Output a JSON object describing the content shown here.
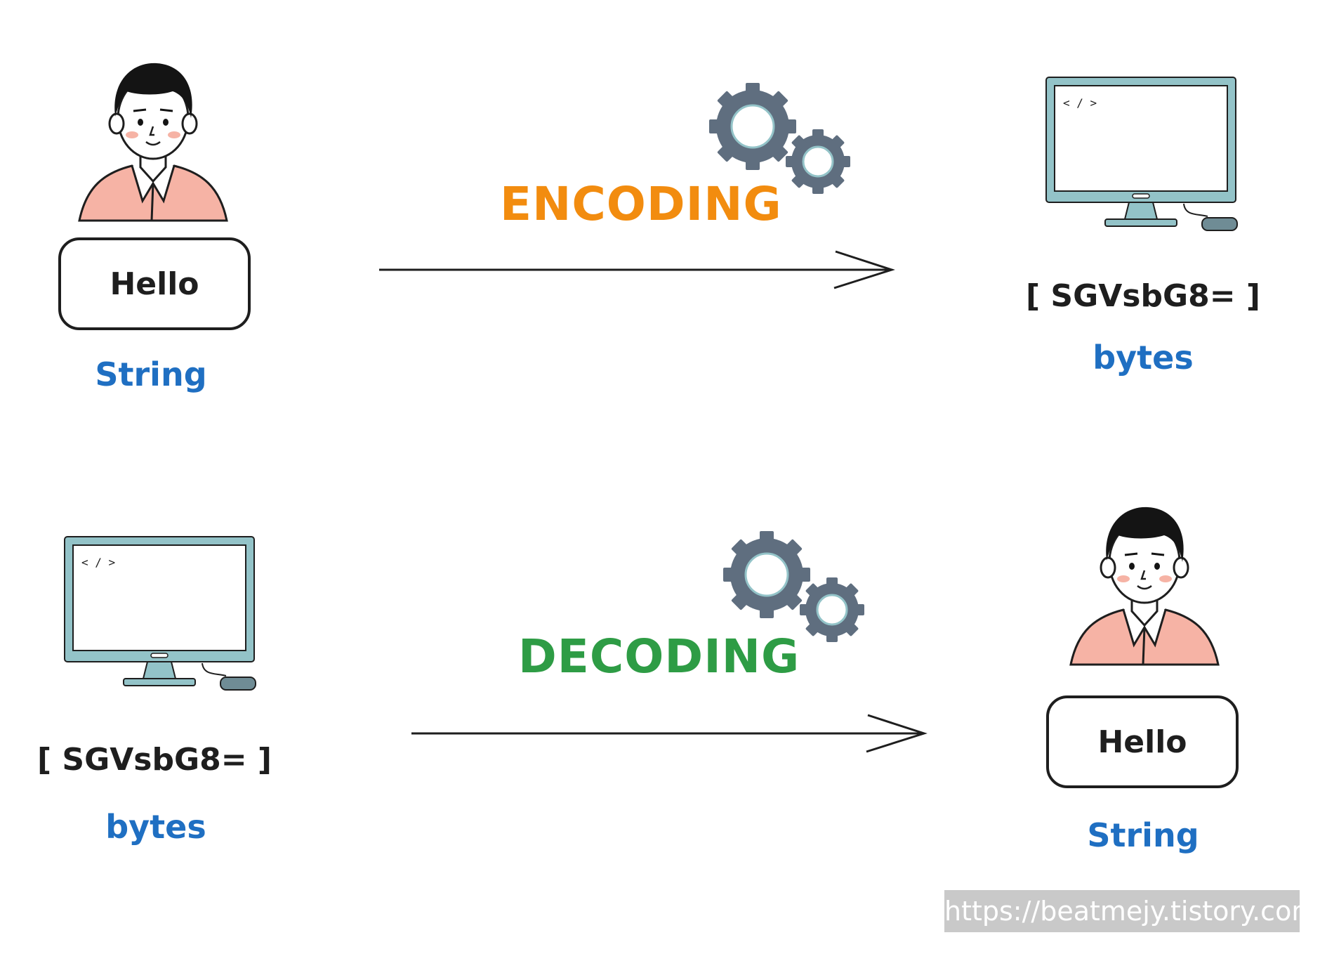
{
  "encoding": {
    "label": "ENCODING",
    "label_color": "#f28c0f",
    "source": {
      "message": "Hello",
      "type_label": "String"
    },
    "target": {
      "bytes_value": "[ SGVsbG8= ]",
      "type_label": "bytes",
      "screen_code": "< / >"
    }
  },
  "decoding": {
    "label": "DECODING",
    "label_color": "#2e9c45",
    "source": {
      "bytes_value": "[ SGVsbG8= ]",
      "type_label": "bytes",
      "screen_code": "< / >"
    },
    "target": {
      "message": "Hello",
      "type_label": "String"
    }
  },
  "watermark": "https://beatmejy.tistory.com",
  "colors": {
    "type_label": "#1f6fc2",
    "gear": "#5f6e7f",
    "monitor_frame": "#93c3c8",
    "skin": "#ffffff",
    "shirt": "#f6b3a5"
  },
  "icons": [
    "person-icon",
    "gear-icon",
    "monitor-icon",
    "arrow-right-icon"
  ]
}
